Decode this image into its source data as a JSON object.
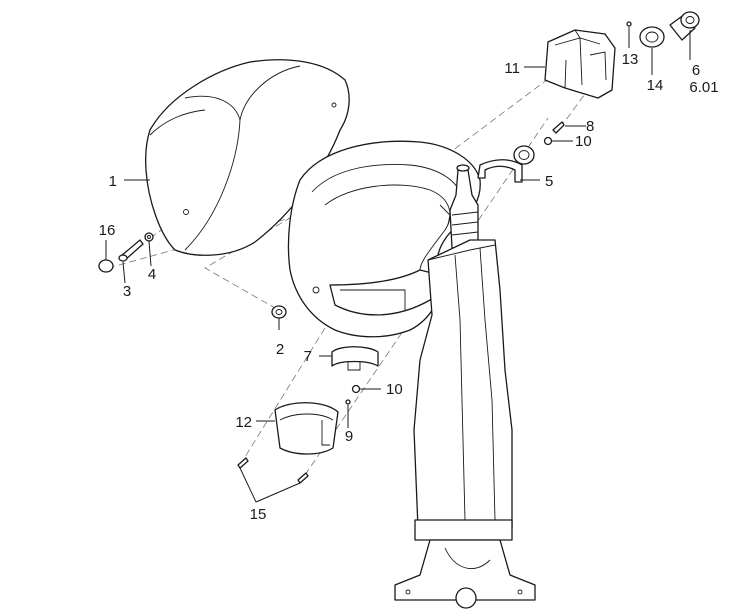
{
  "callouts": [
    {
      "id": "c1",
      "text": "1"
    },
    {
      "id": "c2",
      "text": "2"
    },
    {
      "id": "c3",
      "text": "3"
    },
    {
      "id": "c4",
      "text": "4"
    },
    {
      "id": "c5",
      "text": "5"
    },
    {
      "id": "c6",
      "text": "6"
    },
    {
      "id": "c601",
      "text": "6.01"
    },
    {
      "id": "c7",
      "text": "7"
    },
    {
      "id": "c8",
      "text": "8"
    },
    {
      "id": "c9",
      "text": "9"
    },
    {
      "id": "c10a",
      "text": "10"
    },
    {
      "id": "c10b",
      "text": "10"
    },
    {
      "id": "c11",
      "text": "11"
    },
    {
      "id": "c12",
      "text": "12"
    },
    {
      "id": "c13",
      "text": "13"
    },
    {
      "id": "c14",
      "text": "14"
    },
    {
      "id": "c15",
      "text": "15"
    },
    {
      "id": "c16",
      "text": "16"
    }
  ]
}
